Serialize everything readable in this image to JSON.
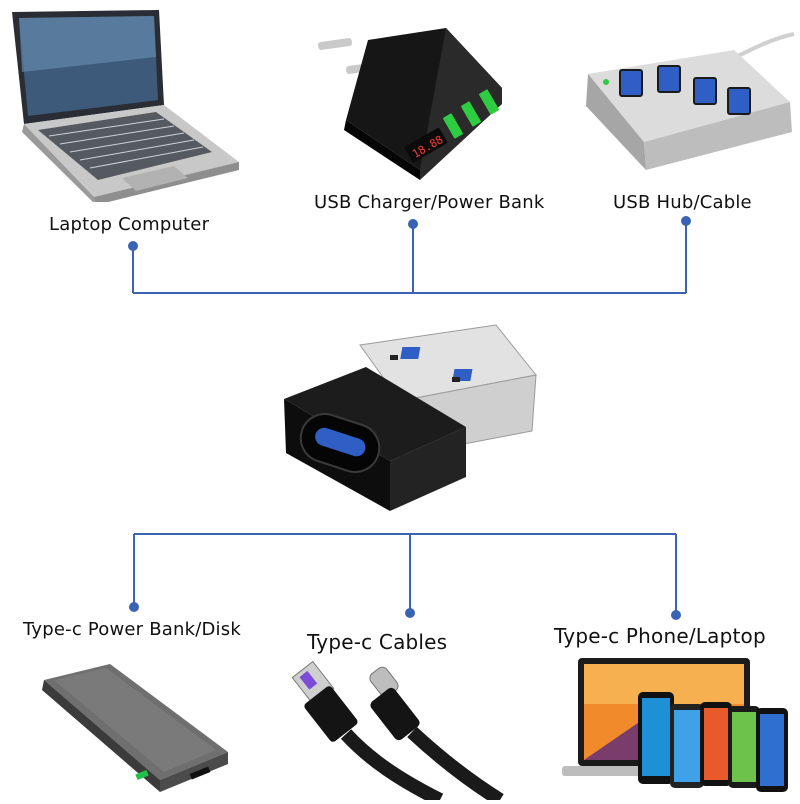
{
  "sources": {
    "laptop": {
      "label": "Laptop Computer",
      "icon": "laptop-icon"
    },
    "charger": {
      "label": "USB Charger/Power Bank",
      "icon": "wall-charger-icon"
    },
    "hub": {
      "label": "USB Hub/Cable",
      "icon": "usb-hub-icon"
    }
  },
  "adapter": {
    "icon": "usb-a-to-type-c-adapter-icon"
  },
  "targets": {
    "powerbank": {
      "label": "Type-c Power Bank/Disk",
      "icon": "power-bank-icon"
    },
    "cables": {
      "label": "Type-c Cables",
      "icon": "usb-c-cable-icon"
    },
    "devices": {
      "label": "Type-c Phone/Laptop",
      "icon": "phones-and-laptop-icon"
    }
  },
  "colors": {
    "connector": "#3b63b4",
    "dot": "#3b63b4",
    "adapter_body": "#111111",
    "metal": "#d9d9d9",
    "usb_blue": "#2f5fc4"
  },
  "charger_display": "18.88"
}
